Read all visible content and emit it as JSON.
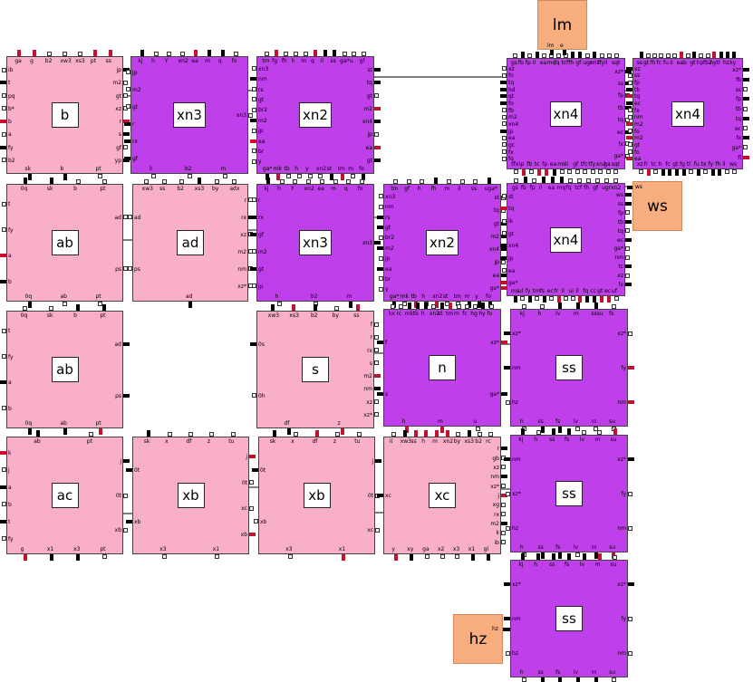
{
  "blocks": [
    {
      "id": "b",
      "label": "b",
      "color": "pink",
      "top": [
        "ga",
        "g",
        "b2",
        "xw3",
        "xs3",
        "pt",
        "ss"
      ],
      "bottom": [
        "sk",
        "b",
        "pt"
      ],
      "left": [
        "ib",
        "t",
        "pq",
        "b*",
        "b",
        "a",
        "fy",
        "b2"
      ],
      "right": [
        "jp",
        "m2",
        "gt",
        "xz",
        "r",
        "s",
        "gf",
        "yp"
      ]
    },
    {
      "id": "xn3a",
      "label": "xn3",
      "color": "purple",
      "top": [
        "kj",
        "h",
        "Y",
        "xn2",
        "ea",
        "m",
        "q",
        "fo"
      ],
      "bottom": [
        "h",
        "b2",
        "m"
      ],
      "left": [
        "jp",
        "m2",
        "gt",
        "r",
        "rx",
        "gf"
      ],
      "right": [
        "xn3"
      ]
    },
    {
      "id": "xn2a",
      "label": "xn2",
      "color": "purple",
      "top": [
        "tm",
        "fg",
        "fh",
        "h",
        "m",
        "q",
        "il",
        "ss",
        "ga*",
        "u",
        "gf"
      ],
      "bottom": [
        "ga*",
        "mk",
        "tb",
        "h",
        "y",
        "xn2",
        "st",
        "tm",
        "m",
        "fo"
      ],
      "left": [
        "xn3",
        "nm",
        "rs",
        "gt",
        "br2",
        "m2",
        "jp",
        "ea",
        "br",
        "y"
      ],
      "right": [
        "st",
        "tq",
        "gt",
        "m2",
        "xn4",
        "jp",
        "ea",
        "gt"
      ]
    },
    {
      "id": "xn4a",
      "label": "xn4",
      "color": "purple",
      "top": [
        "gs",
        "fb",
        "fp",
        "il",
        "ea",
        "mq",
        "fq",
        "tcf",
        "fh",
        "gf",
        "ugr",
        "xn2",
        "tfy",
        "il",
        "sqt"
      ],
      "bottom": [
        "tfx",
        "ip",
        "fb",
        "tc",
        "fp",
        "ea",
        "mk",
        "il",
        "gf",
        "tfc",
        "tfy",
        "xn2",
        "ga",
        "sqt"
      ],
      "left": [
        "xz",
        "fo",
        "tq",
        "hd",
        "gt",
        "fo",
        "fb",
        "m2",
        "xn4",
        "jp",
        "ea",
        "gc",
        "fx",
        "fq"
      ],
      "right": [
        "xz*",
        "ss",
        "fp",
        "tb",
        "tq",
        "ec",
        "fx",
        "ga*"
      ]
    },
    {
      "id": "xn4b",
      "label": "xn4",
      "color": "purple",
      "top": [
        "ss",
        "gt",
        "fh",
        "fc",
        "fu",
        "il",
        "ea",
        "b",
        "gt",
        "hp",
        "fb2",
        "hy",
        "tl",
        "hz",
        "ky"
      ],
      "bottom": [
        "xz",
        "fr",
        "tc",
        "h",
        "fc",
        "gt",
        "fg",
        "tl",
        "fu",
        "tx",
        "fy",
        "fh",
        "il",
        "ws"
      ],
      "left": [
        "xz",
        "ss",
        "fp",
        "tb",
        "tq",
        "ec",
        "fx",
        "nm",
        "m2",
        "fo",
        "m2",
        "gt",
        "fo",
        "ea"
      ],
      "right": [
        "xz*",
        "fb",
        "ss",
        "fp",
        "tb",
        "tq",
        "ec",
        "fx",
        "ga*",
        "fl"
      ]
    },
    {
      "id": "ab1",
      "label": "ab",
      "color": "pink",
      "top": [
        "0q",
        "sk",
        "b",
        "pt"
      ],
      "bottom": [
        "0q",
        "ab",
        "pt"
      ],
      "left": [
        "t",
        "fy",
        "a",
        "b"
      ],
      "right": [
        "ad",
        "ps"
      ]
    },
    {
      "id": "ad",
      "label": "ad",
      "color": "pink",
      "top": [
        "xw3",
        "ss",
        "b2",
        "xs3",
        "by",
        "adx"
      ],
      "bottom": [
        "ad"
      ],
      "left": [
        "ad",
        "ps"
      ],
      "right": [
        "r",
        "rx",
        "xz",
        "m2",
        "nm",
        "xz*"
      ]
    },
    {
      "id": "xn3b",
      "label": "xn3",
      "color": "purple",
      "top": [
        "kj",
        "h",
        "Y",
        "xn2",
        "ea",
        "m",
        "q",
        "fo"
      ],
      "bottom": [
        "h",
        "b2",
        "m"
      ],
      "left": [
        "r",
        "rx",
        "gf",
        "m2",
        "gt",
        "jp"
      ],
      "right": [
        "xn3"
      ]
    },
    {
      "id": "xn2b",
      "label": "xn2",
      "color": "purple",
      "top": [
        "tm",
        "gf",
        "h",
        "fh",
        "m",
        "il",
        "ss",
        "uga*"
      ],
      "bottom": [
        "ga*",
        "mk",
        "tb",
        "h",
        "xn2",
        "st",
        "tm",
        "m",
        "y",
        "fo"
      ],
      "left": [
        "xn3",
        "nm",
        "rs",
        "gt",
        "br2",
        "m2",
        "jp",
        "ea",
        "br",
        "y"
      ],
      "right": [
        "st",
        "tq",
        "gt",
        "m2",
        "xn4",
        "jp",
        "ea",
        "ga*"
      ]
    },
    {
      "id": "xn4c",
      "label": "xn4",
      "color": "purple",
      "top": [
        "gs",
        "fb",
        "fp",
        "il",
        "ea",
        "mq",
        "fq",
        "tcf",
        "fh",
        "gf",
        "ugr",
        "xn2"
      ],
      "bottom": [
        "ms",
        "ul",
        "fy",
        "tm",
        "fs",
        "ec",
        "fr",
        "il",
        "ui",
        "il",
        "fq",
        "cc",
        "gt",
        "ec",
        "uf"
      ],
      "left": [
        "st",
        "tq",
        "ik",
        "gt",
        "xn4",
        "jp",
        "ea",
        "ga*"
      ],
      "right": [
        "ws",
        "ss",
        "fp",
        "tb",
        "tq",
        "ec",
        "ga*",
        "nm",
        "tc",
        "xz",
        "fx"
      ]
    },
    {
      "id": "ab2",
      "label": "ab",
      "color": "pink",
      "top": [
        "0q",
        "sk",
        "b",
        "pt"
      ],
      "bottom": [
        "0q",
        "ab",
        "pt"
      ],
      "left": [
        "t",
        "fy",
        "a",
        "b"
      ],
      "right": [
        "ad",
        "ps"
      ]
    },
    {
      "id": "s",
      "label": "s",
      "color": "pink",
      "top": [
        "xw3",
        "xs3",
        "b2",
        "by",
        "ss"
      ],
      "bottom": [
        "df",
        "z"
      ],
      "left": [
        "0s",
        "0h"
      ],
      "right": [
        "f",
        "r",
        "rx",
        "s",
        "m2",
        "nm",
        "xz",
        "xz*"
      ]
    },
    {
      "id": "n",
      "label": "n",
      "color": "purple",
      "top": [
        "hx",
        "rc",
        "mk",
        "tb",
        "h",
        "xn2",
        "st",
        "tm",
        "m",
        "fc",
        "hg",
        "hy",
        "fo"
      ],
      "bottom": [
        "h",
        "m",
        "u"
      ],
      "left": [
        "f",
        "s"
      ],
      "right": [
        "xz*",
        "ga*"
      ]
    },
    {
      "id": "ss1",
      "label": "ss",
      "color": "purple",
      "top": [
        "kj",
        "h",
        "lv",
        "m",
        "sssu",
        "fs"
      ],
      "bottom": [
        "h",
        "ss",
        "fs",
        "lv",
        "m",
        "su"
      ],
      "left": [
        "xz*",
        "nm",
        "hz"
      ],
      "right": [
        "xz*",
        "fy",
        "nm"
      ]
    },
    {
      "id": "ac",
      "label": "ac",
      "color": "pink",
      "top": [
        "ab",
        "pt"
      ],
      "bottom": [
        "g",
        "x1",
        "x3",
        "pt"
      ],
      "left": [
        "k",
        "j",
        "a",
        "b",
        "t",
        "fy"
      ],
      "right": [
        "j",
        "0t",
        "xb"
      ]
    },
    {
      "id": "xb1",
      "label": "xb",
      "color": "pink",
      "top": [
        "sk",
        "x",
        "df",
        "z",
        "tu"
      ],
      "bottom": [
        "x3",
        "x1"
      ],
      "left": [
        "0t",
        "xb"
      ],
      "right": [
        "j",
        "0t",
        "xc",
        "xb"
      ]
    },
    {
      "id": "xb2",
      "label": "xb",
      "color": "pink",
      "top": [
        "sk",
        "x",
        "df",
        "z",
        "tu"
      ],
      "bottom": [
        "x3",
        "x1"
      ],
      "left": [
        "0t",
        "xb"
      ],
      "right": [
        "j",
        "0t",
        "xc"
      ]
    },
    {
      "id": "xc",
      "label": "xc",
      "color": "pink",
      "top": [
        "il",
        "xw3",
        "ss",
        "h",
        "m",
        "xn2",
        "by",
        "xs3",
        "b2",
        "rc"
      ],
      "bottom": [
        "y",
        "xy",
        "ga",
        "x2",
        "x3",
        "x1",
        "gl"
      ],
      "left": [
        "xc"
      ],
      "right": [
        "r",
        "gb",
        "xz",
        "nm",
        "xz*",
        "j",
        "xg",
        "rx",
        "m2",
        "k",
        "ib"
      ]
    },
    {
      "id": "ss2",
      "label": "ss",
      "color": "purple",
      "top": [
        "kj",
        "h",
        "ss",
        "fs",
        "lv",
        "m",
        "su"
      ],
      "bottom": [
        "h",
        "ss",
        "fs",
        "lv",
        "m",
        "su"
      ],
      "left": [
        "nm",
        "xz*",
        "hz"
      ],
      "right": [
        "xz*",
        "fy",
        "nm"
      ]
    },
    {
      "id": "ss3",
      "label": "ss",
      "color": "purple",
      "top": [
        "kj",
        "h",
        "ss",
        "fs",
        "lv",
        "m",
        "su"
      ],
      "bottom": [
        "h",
        "ss",
        "fs",
        "lv",
        "m",
        "su"
      ],
      "left": [
        "xz*",
        "nm",
        "hz"
      ],
      "right": [
        "xz*",
        "fy",
        "nm"
      ]
    }
  ],
  "external": [
    {
      "id": "lm",
      "label": "lm",
      "pins": [
        "lm",
        "e"
      ]
    },
    {
      "id": "ws",
      "label": "ws",
      "pins": [
        "ws"
      ]
    },
    {
      "id": "hz",
      "label": "hz",
      "pins": [
        "hz"
      ]
    }
  ]
}
